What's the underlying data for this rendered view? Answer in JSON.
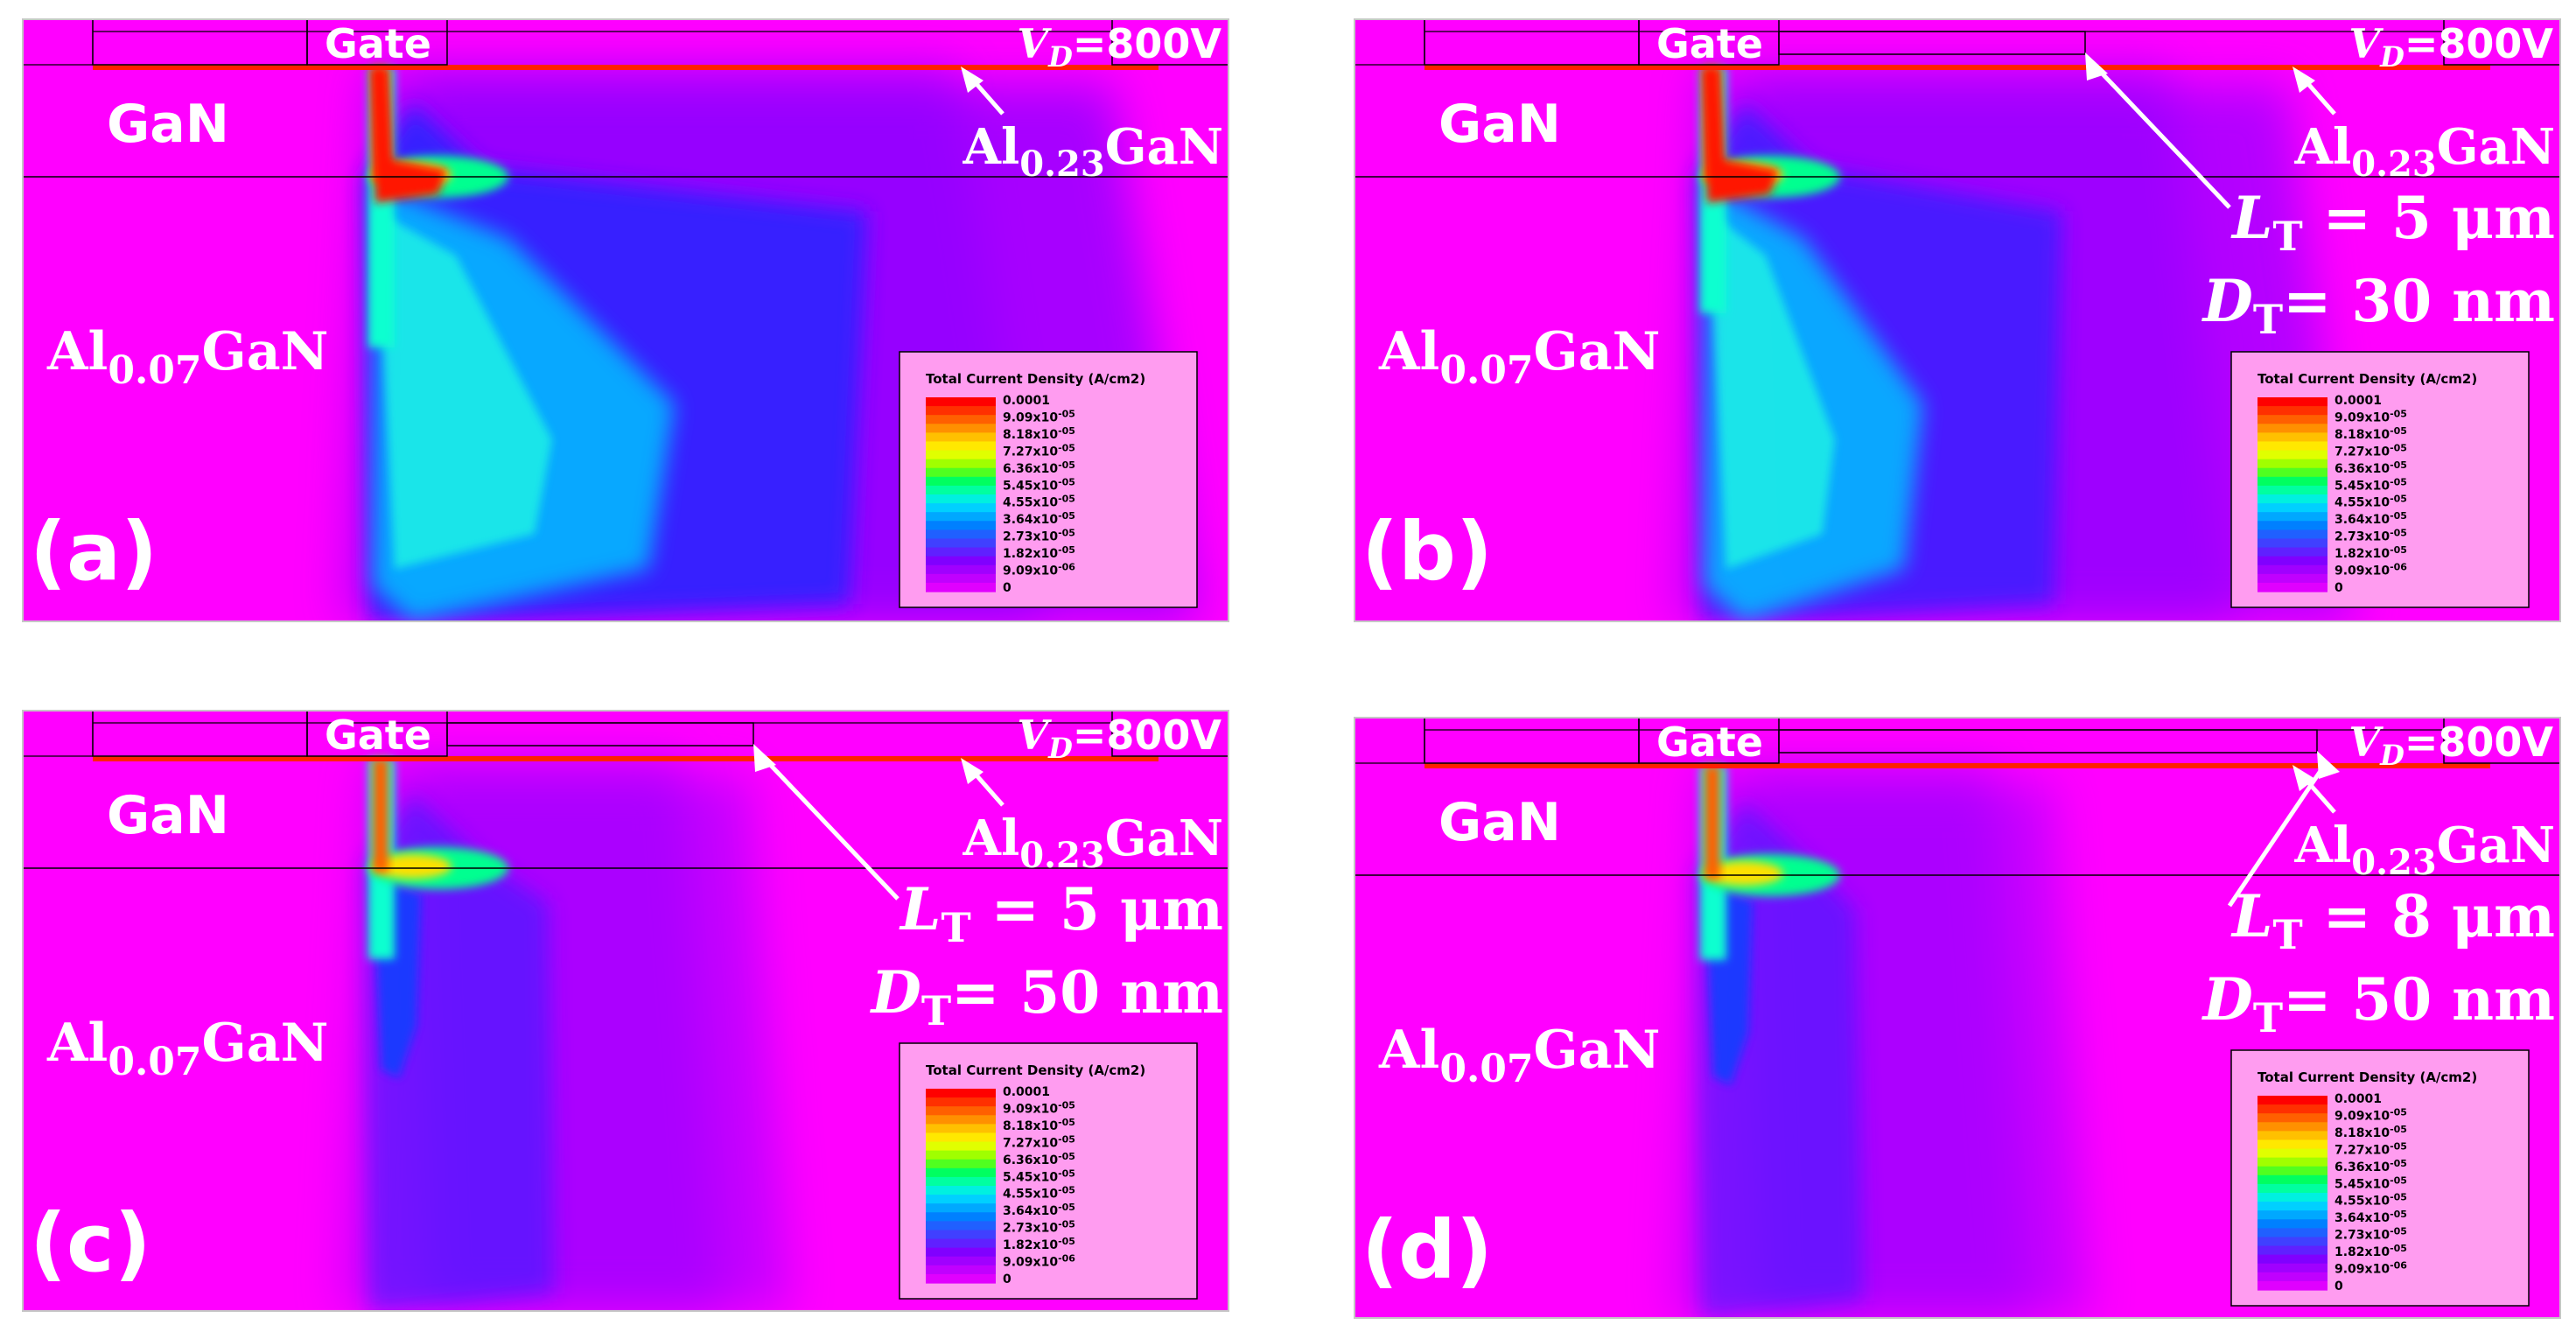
{
  "colors": {
    "background": "#ff00ff",
    "channel": "#ff2000",
    "annotation": "#ffffff",
    "legend_box": "#ff9cf0"
  },
  "panels": [
    {
      "id": "a",
      "label": "(a)",
      "gate_label": "Gate",
      "vd_symbol": "V",
      "vd_sub": "D",
      "vd_value": "=800V",
      "top_layer": "GaN",
      "barrier_base": "Al",
      "barrier_sub": "0.23",
      "barrier_suffix": "GaN",
      "bottom_base": "Al",
      "bottom_sub": "0.07",
      "bottom_suffix": "GaN",
      "lt": null,
      "dt": null
    },
    {
      "id": "b",
      "label": "(b)",
      "gate_label": "Gate",
      "vd_symbol": "V",
      "vd_sub": "D",
      "vd_value": "=800V",
      "top_layer": "GaN",
      "barrier_base": "Al",
      "barrier_sub": "0.23",
      "barrier_suffix": "GaN",
      "bottom_base": "Al",
      "bottom_sub": "0.07",
      "bottom_suffix": "GaN",
      "lt": {
        "symbol": "L",
        "sub": "T",
        "value": " = 5 μm"
      },
      "dt": {
        "symbol": "D",
        "sub": "T",
        "value": "= 30 nm"
      }
    },
    {
      "id": "c",
      "label": "(c)",
      "gate_label": "Gate",
      "vd_symbol": "V",
      "vd_sub": "D",
      "vd_value": "=800V",
      "top_layer": "GaN",
      "barrier_base": "Al",
      "barrier_sub": "0.23",
      "barrier_suffix": "GaN",
      "bottom_base": "Al",
      "bottom_sub": "0.07",
      "bottom_suffix": "GaN",
      "lt": {
        "symbol": "L",
        "sub": "T",
        "value": " = 5 μm"
      },
      "dt": {
        "symbol": "D",
        "sub": "T",
        "value": "= 50 nm"
      }
    },
    {
      "id": "d",
      "label": "(d)",
      "gate_label": "Gate",
      "vd_symbol": "V",
      "vd_sub": "D",
      "vd_value": "=800V",
      "top_layer": "GaN",
      "barrier_base": "Al",
      "barrier_sub": "0.23",
      "barrier_suffix": "GaN",
      "bottom_base": "Al",
      "bottom_sub": "0.07",
      "bottom_suffix": "GaN",
      "lt": {
        "symbol": "L",
        "sub": "T",
        "value": " = 8 μm"
      },
      "dt": {
        "symbol": "D",
        "sub": "T",
        "value": "= 50 nm"
      }
    }
  ],
  "legend": {
    "title": "Total Current Density (A/cm2)",
    "labels": [
      {
        "m": "0.0001",
        "e": ""
      },
      {
        "m": "9.09x10",
        "e": "-05"
      },
      {
        "m": "8.18x10",
        "e": "-05"
      },
      {
        "m": "7.27x10",
        "e": "-05"
      },
      {
        "m": "6.36x10",
        "e": "-05"
      },
      {
        "m": "5.45x10",
        "e": "-05"
      },
      {
        "m": "4.55x10",
        "e": "-05"
      },
      {
        "m": "3.64x10",
        "e": "-05"
      },
      {
        "m": "2.73x10",
        "e": "-05"
      },
      {
        "m": "1.82x10",
        "e": "-05"
      },
      {
        "m": "9.09x10",
        "e": "-06"
      },
      {
        "m": "0",
        "e": ""
      }
    ],
    "scale": [
      "#ff0000",
      "#ff3000",
      "#ff6000",
      "#ff9000",
      "#ffc000",
      "#ffe800",
      "#e0ff00",
      "#a0ff00",
      "#50ff20",
      "#00ff60",
      "#00ffa0",
      "#00f0e0",
      "#00d0ff",
      "#00a8ff",
      "#0080ff",
      "#2060ff",
      "#4040ff",
      "#6020ff",
      "#8000ff",
      "#a000ff",
      "#c000ff",
      "#e000ff"
    ]
  }
}
